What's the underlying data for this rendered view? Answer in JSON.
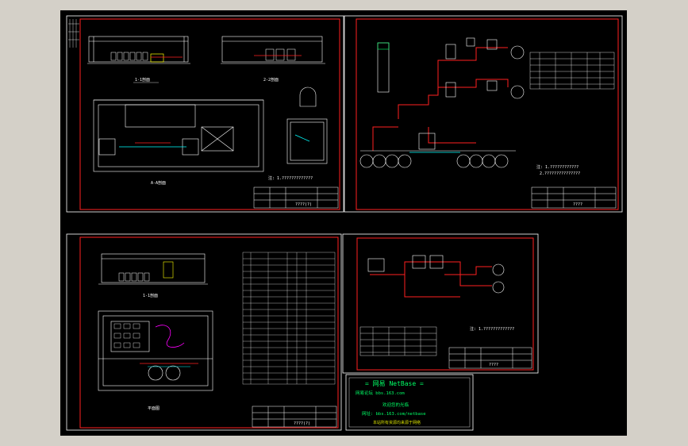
{
  "colors": {
    "page_bg": "#d4d0c8",
    "canvas_bg": "#000000",
    "frame": "#ff0000",
    "line": "#ffffff",
    "pipe": "#ff2020",
    "accent_green": "#00ff66",
    "accent_cyan": "#00ffff",
    "accent_yellow": "#ffff00",
    "accent_magenta": "#ff00ff"
  },
  "sheets": [
    {
      "id": "sheet-1",
      "title_block_caption": "????(?)"
    },
    {
      "id": "sheet-2",
      "title_block_caption": "????"
    },
    {
      "id": "sheet-3",
      "title_block_caption": "????(?)"
    },
    {
      "id": "sheet-4",
      "title_block_caption": "????"
    }
  ],
  "section_labels": {
    "s1_top_left": "1-1剖面",
    "s1_top_right": "2-2剖面",
    "s1_bottom": "A-A剖面",
    "s3_plan": "平面图",
    "s3_section": "1-1剖面"
  },
  "notes": {
    "s1_note": "注: 1.?????????????",
    "s2_note_1": "注: 1.????????????",
    "s2_note_2": "2.???????????????",
    "s4_note": "注: 1.?????????????"
  },
  "watermark": {
    "line1": "= 网易 NetBase =",
    "line2": "网易论坛  bbs.163.com",
    "line3": "欢迎您的光临",
    "line4": "网址: bbs.163.com/netbase",
    "line5": "本站所有资源均来源于网络"
  }
}
